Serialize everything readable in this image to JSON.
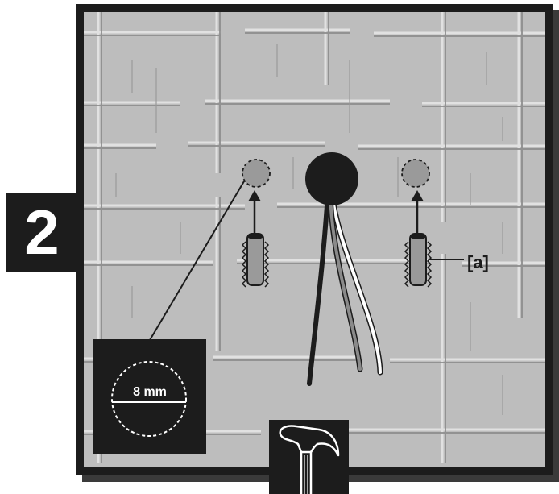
{
  "step": {
    "number": "2"
  },
  "callout": {
    "diameter_label": "8 mm"
  },
  "tags": {
    "anchor_tag": "[a]"
  },
  "icons": {
    "tool": "hammer-icon"
  },
  "colors": {
    "frame": "#1c1c1c",
    "wall": "#bdbdbd",
    "hole": "#9a9a9a",
    "wire_light": "#ffffff",
    "wire_mid": "#8a8a8a"
  }
}
